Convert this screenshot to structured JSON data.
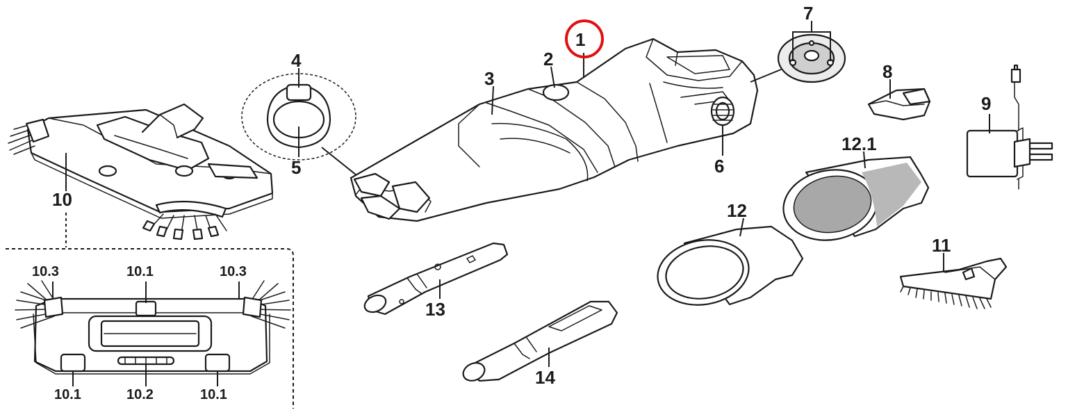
{
  "labels": {
    "p1": "1",
    "p2": "2",
    "p3": "3",
    "p4": "4",
    "p5": "5",
    "p6": "6",
    "p7": "7",
    "p8": "8",
    "p9": "9",
    "p10": "10",
    "p11": "11",
    "p12": "12",
    "p12_1": "12.1",
    "p13": "13",
    "p14": "14",
    "d10_3_left": "10.3",
    "d10_1_top": "10.1",
    "d10_3_right": "10.3",
    "d10_1_left": "10.1",
    "d10_2": "10.2",
    "d10_1_right": "10.1"
  },
  "highlight": {
    "part": "1",
    "color": "#e01010"
  }
}
